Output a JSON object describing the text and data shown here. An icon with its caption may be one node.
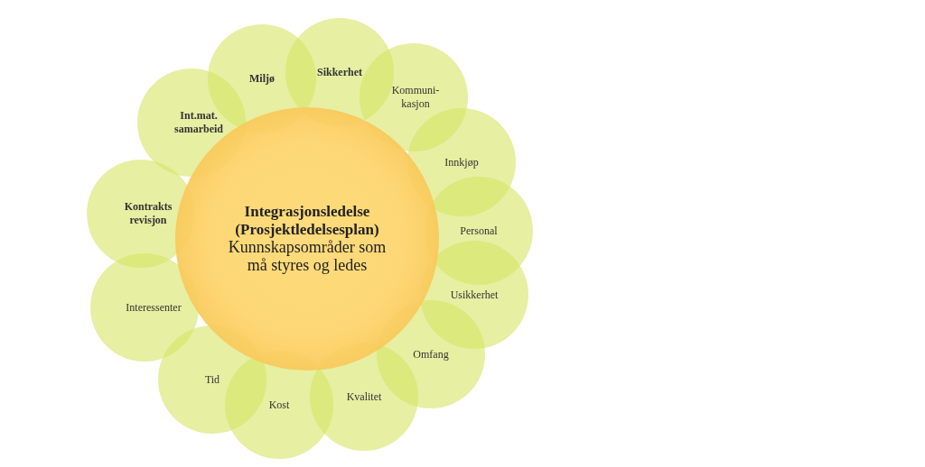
{
  "diagram": {
    "nodes": [
      {
        "text": [
          "Integrasjonsledelse (Prosjektledelsesplan)",
          "Kunnskapsområder som må styres og ledes"
        ]
      },
      {
        "text": [
          "Miljø"
        ]
      },
      {
        "text": [
          "Sikkerhet"
        ]
      },
      {
        "text": [
          "Kommuni- kasjon"
        ]
      },
      {
        "text": [
          "Innkjøp"
        ]
      },
      {
        "text": [
          "Personal"
        ]
      },
      {
        "text": [
          "Usikkerhet"
        ]
      },
      {
        "text": [
          "Omfang"
        ]
      },
      {
        "text": [
          "Kvalitet"
        ]
      },
      {
        "text": [
          "Kost"
        ]
      },
      {
        "text": [
          "Tid"
        ]
      },
      {
        "text": [
          "Interessenter"
        ]
      },
      {
        "text": [
          "Kontrakts revisjon"
        ]
      },
      {
        "text": [
          "Int.mat. samarbeid"
        ]
      }
    ],
    "edges": []
  }
}
